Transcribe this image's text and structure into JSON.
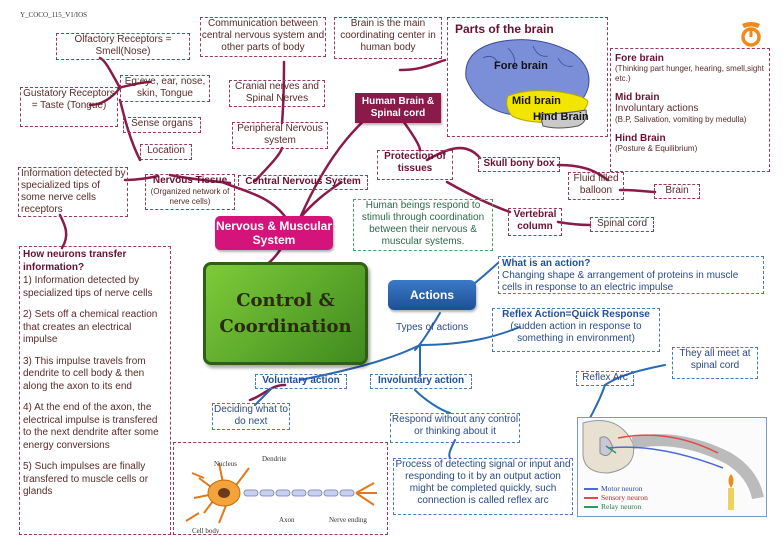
{
  "header": {
    "code": "Y_COCO_115_V1/IOS"
  },
  "center": {
    "title_line1": "Control &",
    "title_line2": "Coordination"
  },
  "nervous": {
    "main_label": "Nervous & Muscular System",
    "cns": "Central Nervous System",
    "nervous_tissue": "Nervous Tissue",
    "nervous_tissue_sub": "(Organized network of nerve cells)",
    "peripheral": "Peripheral Nervous system",
    "cranial": "Cranial nerves and Spinal Nerves",
    "communication": "Communication between central nervous system and other parts of body",
    "location": "Location",
    "sense_organs": "Sense organs",
    "eg": "Eg:eye, ear, nose, skin, Tongue",
    "olfactory": "Olfactory Receptors = Smell(Nose)",
    "gustatory": "Gustatory Receptors = Taste (Tongue)",
    "info_detected": "Information detected by specialized tips of some nerve cells receptors"
  },
  "transfer": {
    "title": "How neurons transfer information?",
    "step1": "1) Information detected by specialized tips of nerve cells",
    "step2": "2) Sets off a chemical reaction that creates an electrical impulse",
    "step3": "3) This impulse travels from dendrite to cell body & then along the axon to its end",
    "step4": "4)  At the end of the axon, the electrical impulse is transfered to the next dendrite after some energy conversions",
    "step5": "5) Such impulses are finally transfered to muscle cells or glands"
  },
  "neuron_diagram": {
    "nucleus": "Nucleus",
    "dendrite": "Dendrite",
    "axon": "Axon",
    "nerve_ending": "Nerve ending",
    "cell_body": "Cell body"
  },
  "brain": {
    "human_brain": "Human Brain & Spinal cord",
    "main_center": "Brain is the main coordinating center in human body",
    "parts_title": "Parts of the brain",
    "fore": "Fore brain",
    "mid": "Mid brain",
    "hind": "Hind Brain",
    "fore_title": "Fore brain",
    "fore_desc": "(Thinking part hunger, hearing, smell,sight etc.)",
    "mid_title": "Mid brain",
    "mid_desc1": "Involuntary actions",
    "mid_desc2": "(B.P, Salivation, vomiting by medulla)",
    "hind_title": "Hind Brain",
    "hind_desc": "(Posture & Equilibrium)"
  },
  "protection": {
    "title": "Protection of tissues",
    "skull": "Skull bony box",
    "fluid": "Fluid filled balloon",
    "brain": "Brain",
    "vertebral": "Vertebral column",
    "spinal_cord": "Spinal cord",
    "respond_note": "Human beings respond to stimuli through coordination between their nervous & muscular systems."
  },
  "actions": {
    "label": "Actions",
    "what_title": "What is an action?",
    "what_desc": "Changing shape & arrangement of proteins in muscle cells in response to an electric impulse",
    "types": "Types of actions",
    "voluntary": "Voluntary action",
    "involuntary": "Involuntary action",
    "deciding": "Deciding what to do next",
    "reflex_title": "Reflex Action=Quick Response",
    "reflex_desc": "(sudden action in response to something in environment)",
    "reflex_arc": "Reflex Arc",
    "meet": "They all meet at spinal cord",
    "respond_without": "Respond without any control or thinking about it",
    "process": "Process of detecting signal or input and responding to it by an output action might be completed quickly, such connection is called reflex arc"
  },
  "reflex_legend": {
    "motor": "Motor neuron",
    "sensory": "Sensory neuron",
    "relay": "Relay neuron"
  },
  "colors": {
    "maroon": "#8a1a4a",
    "magenta": "#d4147a",
    "green": "#4f9a2a",
    "blue": "#2a6ab0",
    "yellow": "#f2e600"
  }
}
